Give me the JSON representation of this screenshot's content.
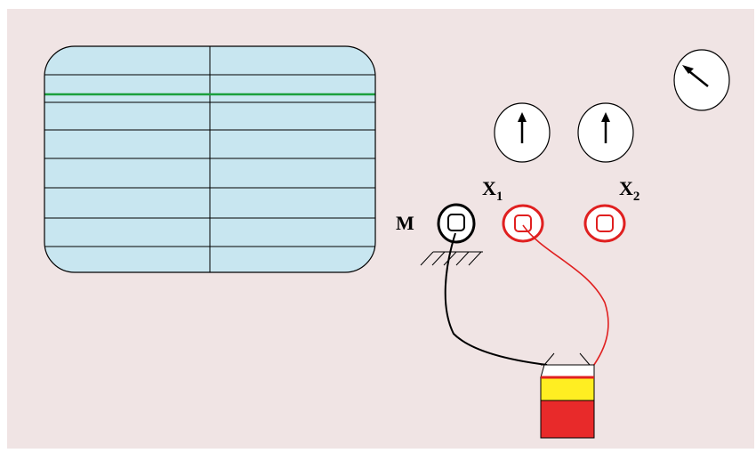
{
  "labels": {
    "ground_terminal": "M",
    "input_1": "X",
    "input_1_sub": "1",
    "input_2": "X",
    "input_2_sub": "2"
  },
  "colors": {
    "background": "#f0e4e4",
    "screen_fill": "#c8e6f0",
    "trace": "#1aa03c",
    "probe_wire_red": "#e02020",
    "probe_wire_black": "#000000",
    "battery_top": "#ffee22",
    "battery_body": "#e82a2a"
  },
  "knobs": {
    "top_right_pointer_direction": "up-left",
    "input_1_pointer_direction": "up",
    "input_2_pointer_direction": "up"
  }
}
